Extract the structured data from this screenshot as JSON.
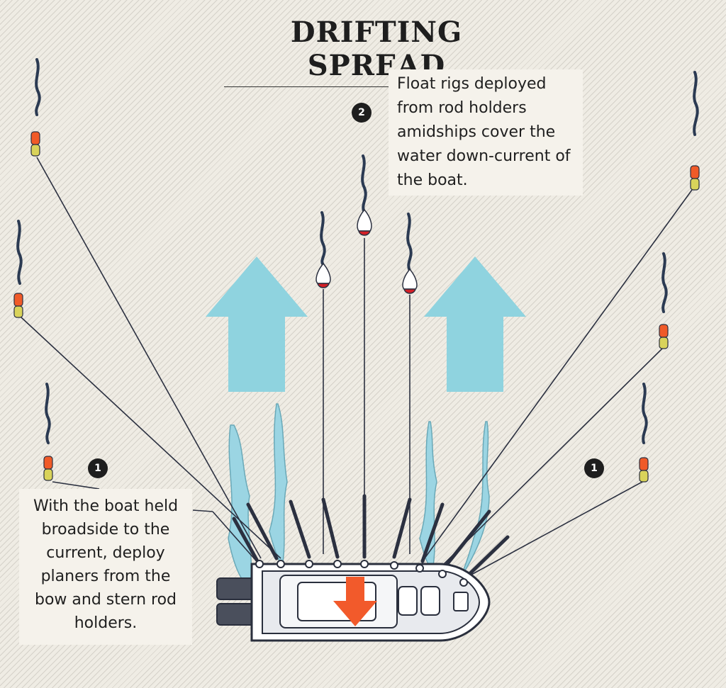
{
  "title": "DRIFTING SPREAD",
  "callouts": [
    {
      "number": "2",
      "text": "Float rigs deployed from rod holders amidships cover the water down-current of the boat."
    },
    {
      "number": "1",
      "text": "With the boat held broadside to the current, deploy planers from the bow and stern rod holders."
    },
    {
      "number": "1"
    }
  ],
  "colors": {
    "current_arrow": "#8fd3df",
    "drift_arrow": "#f25a2b",
    "float_red": "#d32027",
    "planer_orange": "#f05a28",
    "planer_yellow": "#d9d35a",
    "line": "#2b3040",
    "wake": "#9bd5e3",
    "boat_outline": "#2a2f3d"
  },
  "icons": [
    "current-arrow-icon",
    "drift-arrow-icon",
    "float-icon",
    "planer-board-icon",
    "boat-icon",
    "outboard-motor-icon"
  ]
}
